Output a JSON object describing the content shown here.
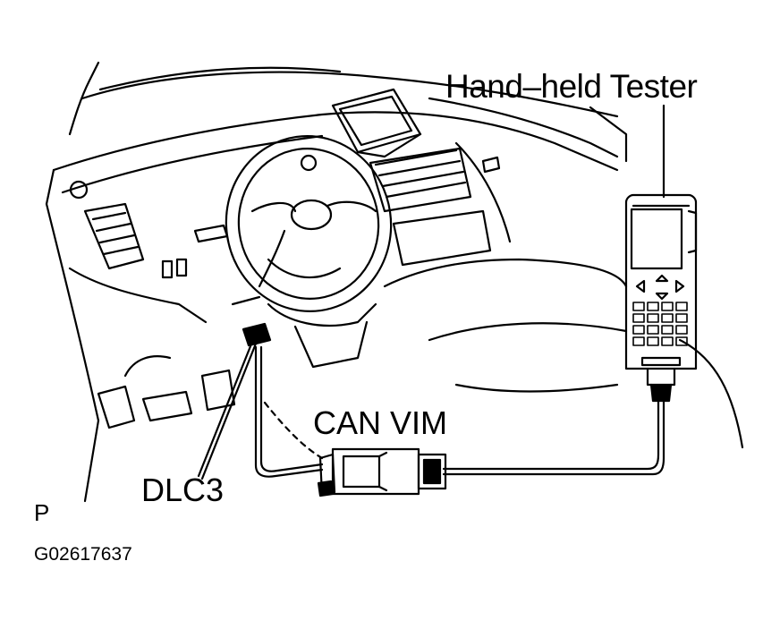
{
  "labels": {
    "tester": "Hand–held Tester",
    "can_vim": "CAN VIM",
    "dlc3": "DLC3",
    "view_marker": "P",
    "figure_code": "G02617637"
  }
}
